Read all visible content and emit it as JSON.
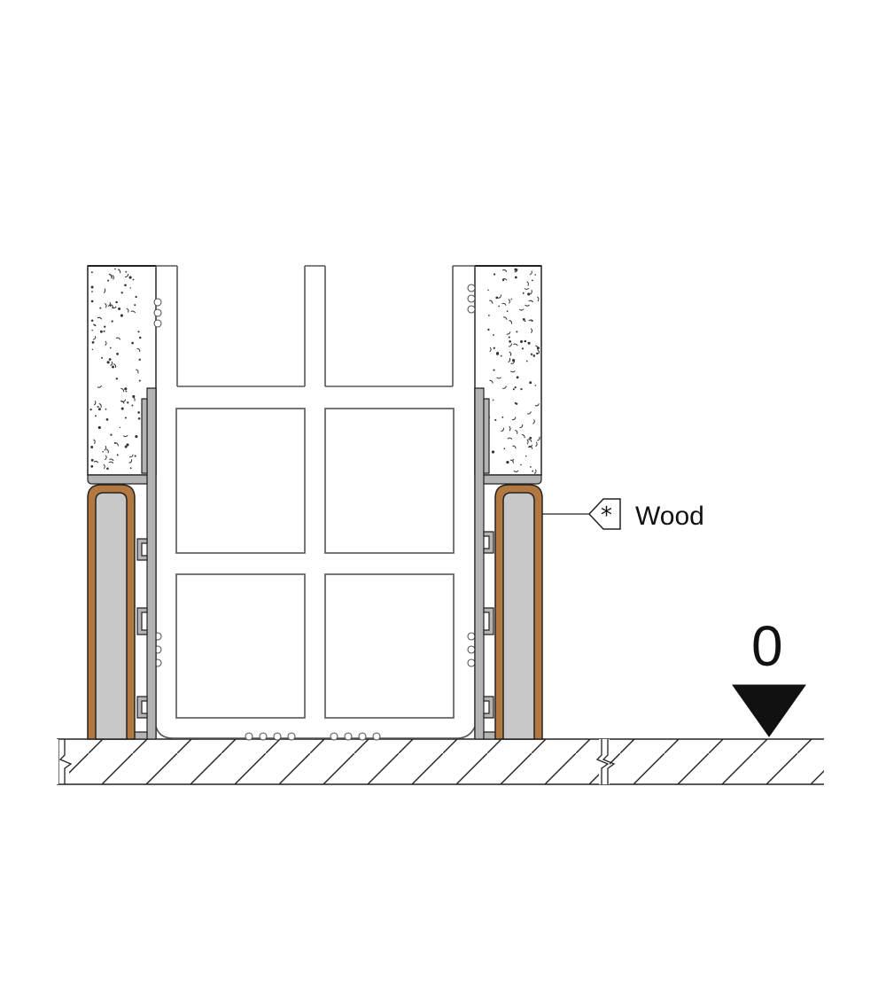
{
  "callout": {
    "marker": "*",
    "label": "Wood",
    "marker_icon": "hexagon-tag-icon"
  },
  "level_marker": {
    "label": "0",
    "icon": "level-triangle-icon"
  },
  "materials": {
    "wood": {
      "name": "Wood",
      "color": "#b37840"
    },
    "panel_core": {
      "color": "#c8c8c8"
    },
    "profile": {
      "color": "#b4b4b4"
    },
    "plaster": {
      "texture": "speckled"
    },
    "floor": {
      "texture": "diagonal-hatch"
    },
    "stroke": "#222222"
  }
}
